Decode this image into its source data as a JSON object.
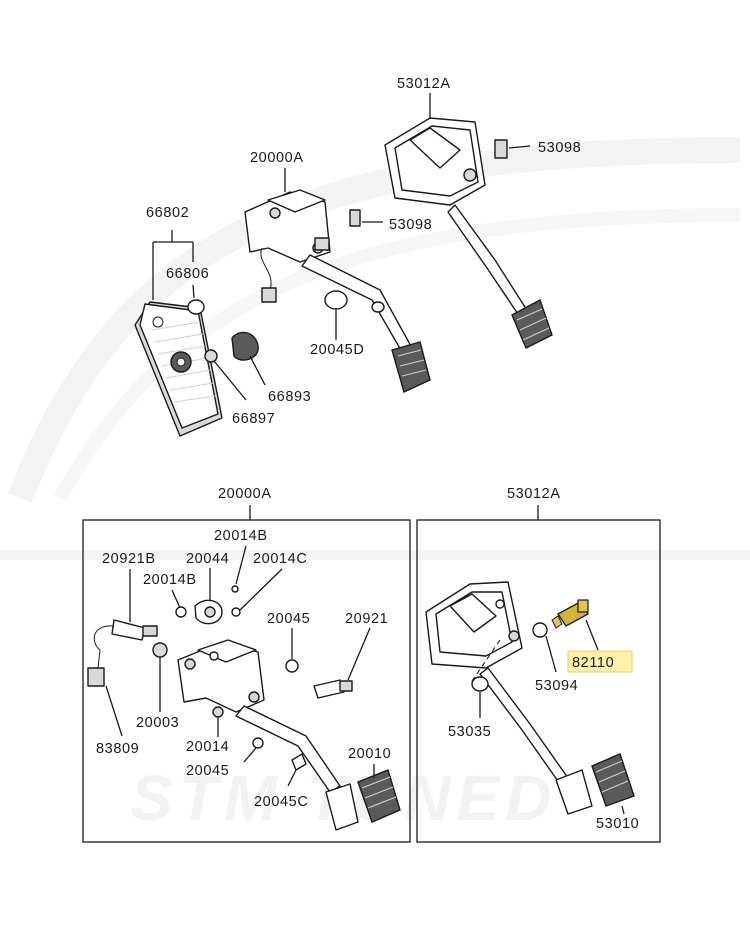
{
  "labels": {
    "top_clutch": "53012A",
    "top_bolt_a": "53098",
    "top_brake": "20000A",
    "top_bolt_b": "53098",
    "accel_pedal": "66802",
    "accel_stopper": "66806",
    "accel_stopper_b": "66893",
    "accel_stopper_c": "66897",
    "top_plug": "20045D",
    "brake_box_title": "20000A",
    "switch_a": "20921B",
    "nut_a": "20014B",
    "bushing": "20044",
    "clip": "20014C",
    "washer": "20014B",
    "cap_a": "20045",
    "switch_b": "20921",
    "bushing_b": "20003",
    "harness": "83809",
    "nut_b": "20014",
    "cap_b": "20045",
    "cap_c": "20045C",
    "pad_brake": "20010",
    "clutch_box_title": "53012A",
    "clutch_switch": "82110",
    "nut_c": "53094",
    "cap_d": "53035",
    "pad_clutch": "53010"
  },
  "watermark": "STM TUNED",
  "colors": {
    "highlight_fill": "#fdf0a8",
    "highlight_border": "#e6cf6a",
    "highlighted_part": "#d4b23c",
    "watermark": "#f2f2f2"
  }
}
